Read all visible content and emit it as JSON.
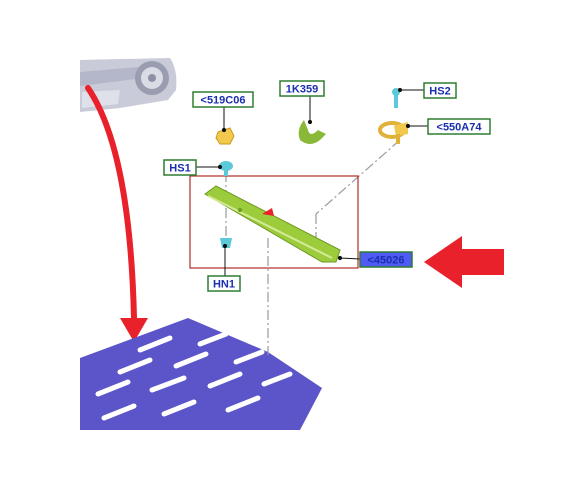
{
  "diagram": {
    "callouts": [
      {
        "id": "c519",
        "label": "<519C06",
        "highlighted": false
      },
      {
        "id": "c1k359",
        "label": "1K359",
        "highlighted": false
      },
      {
        "id": "chs2",
        "label": "HS2",
        "highlighted": false
      },
      {
        "id": "c550",
        "label": "<550A74",
        "highlighted": false
      },
      {
        "id": "chs1",
        "label": "HS1",
        "highlighted": false
      },
      {
        "id": "c45026",
        "label": "<45026",
        "highlighted": true
      },
      {
        "id": "chn1",
        "label": "HN1",
        "highlighted": false
      }
    ],
    "colors": {
      "callout_border": "#2e7d32",
      "callout_text": "#1a2fb0",
      "highlight_fill": "#4f5bf2",
      "arrow_red": "#e8212b",
      "floor_panel": "#5b55c9",
      "part_green": "#9ccc3c",
      "part_yellow": "#f2c94c",
      "clip_cyan": "#5cc9d9",
      "frame_red": "#b22b2b"
    },
    "icons": [
      "vehicle-corner-icon",
      "floor-panel-icon",
      "direction-arrow-icon",
      "clip-icon",
      "nut-icon",
      "bracket-icon",
      "hook-icon"
    ]
  }
}
